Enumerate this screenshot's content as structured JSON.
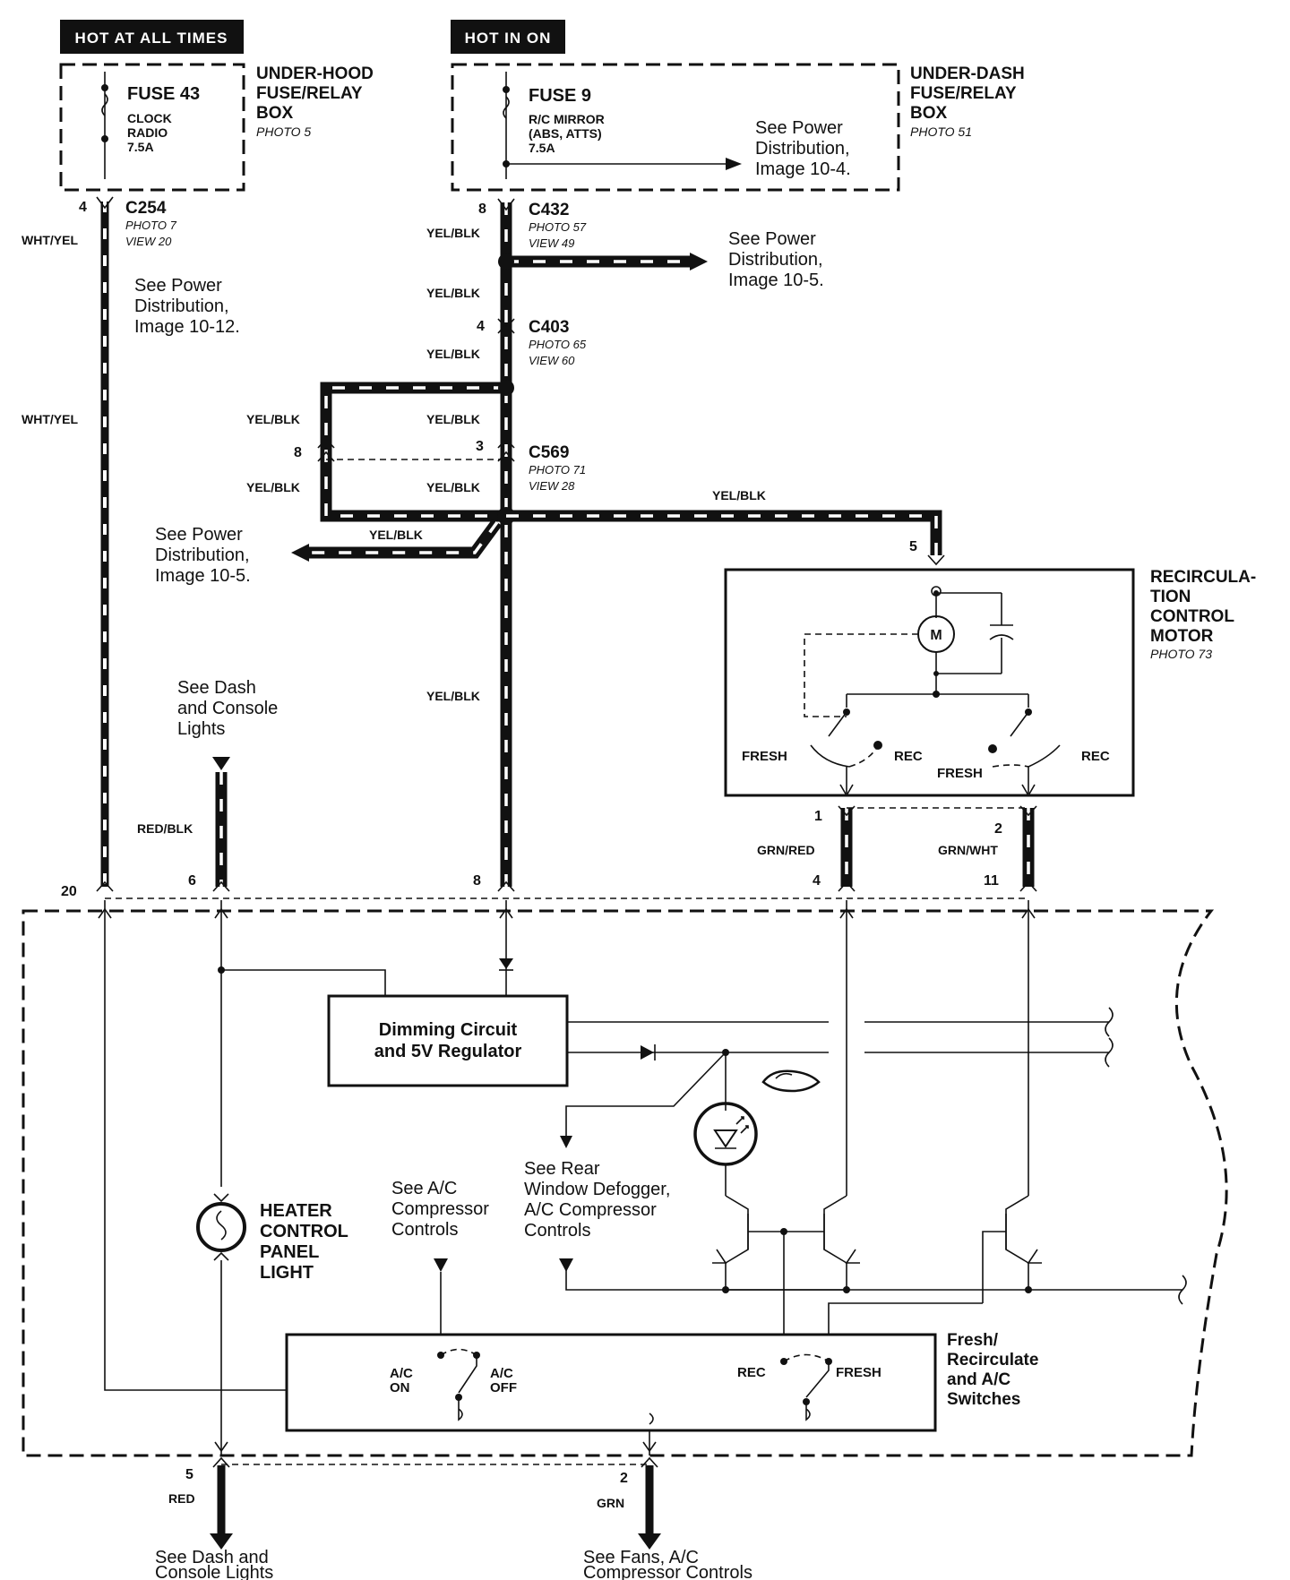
{
  "headers": {
    "hot_at_all_times": "HOT AT ALL TIMES",
    "hot_in_on": "HOT IN ON"
  },
  "under_hood_box": {
    "title_line1": "UNDER-HOOD",
    "title_line2": "FUSE/RELAY",
    "title_line3": "BOX",
    "photo": "PHOTO 5",
    "fuse_name": "FUSE 43",
    "fuse_desc1": "CLOCK",
    "fuse_desc2": "RADIO",
    "fuse_rating": "7.5A"
  },
  "under_dash_box": {
    "title_line1": "UNDER-DASH",
    "title_line2": "FUSE/RELAY",
    "title_line3": "BOX",
    "photo": "PHOTO 51",
    "fuse_name": "FUSE 9",
    "fuse_desc1": "R/C MIRROR",
    "fuse_desc2": "(ABS, ATTS)",
    "fuse_rating": "7.5A",
    "ref_line1": "See Power",
    "ref_line2": "Distribution,",
    "ref_line3": "Image 10-4."
  },
  "connectors": {
    "c254": {
      "name": "C254",
      "photo": "PHOTO 7",
      "view": "VIEW 20",
      "pin": "4"
    },
    "c432": {
      "name": "C432",
      "photo": "PHOTO 57",
      "view": "VIEW 49",
      "pin": "8"
    },
    "c403": {
      "name": "C403",
      "photo": "PHOTO 65",
      "view": "VIEW 60",
      "pin": "4"
    },
    "c569": {
      "name": "C569",
      "photo": "PHOTO 71",
      "view": "VIEW 28",
      "pin_left": "8",
      "pin_right": "3"
    }
  },
  "wire_colors": {
    "wht_yel": "WHT/YEL",
    "yel_blk": "YEL/BLK",
    "red_blk": "RED/BLK",
    "grn_red": "GRN/RED",
    "grn_wht": "GRN/WHT",
    "red": "RED",
    "grn": "GRN"
  },
  "refs": {
    "power_10_12": [
      "See Power",
      "Distribution,",
      "Image 10-12."
    ],
    "power_10_5_a": [
      "See Power",
      "Distribution,",
      "Image 10-5."
    ],
    "power_10_5_b": [
      "See Power",
      "Distribution,",
      "Image 10-5."
    ],
    "dash_console_top": [
      "See Dash",
      "and Console",
      "Lights"
    ],
    "ac_compressor": [
      "See A/C",
      "Compressor",
      "Controls"
    ],
    "rear_defogger": [
      "See Rear",
      "Window Defogger,",
      "A/C Compressor",
      "Controls"
    ],
    "dash_console_bottom": [
      "See Dash and",
      "Console Lights"
    ],
    "fans_compressor": [
      "See Fans, A/C",
      "Compressor Controls"
    ]
  },
  "motor": {
    "title_line1": "RECIRCULA-",
    "title_line2": "TION",
    "title_line3": "CONTROL",
    "title_line4": "MOTOR",
    "photo": "PHOTO 73",
    "motor_symbol": "M",
    "pin_top": "5",
    "pin1": "1",
    "pin2": "2",
    "fresh_left": "FRESH",
    "rec_left": "REC",
    "fresh_right": "FRESH",
    "rec_right": "REC"
  },
  "control_unit_pins": {
    "p20": "20",
    "p6": "6",
    "p8": "8",
    "p4": "4",
    "p11": "11",
    "p5": "5",
    "p2": "2"
  },
  "control_unit": {
    "dimming_line1": "Dimming Circuit",
    "dimming_line2": "and 5V Regulator",
    "lamp_line1": "HEATER",
    "lamp_line2": "CONTROL",
    "lamp_line3": "PANEL",
    "lamp_line4": "LIGHT",
    "switch_title1": "Fresh/",
    "switch_title2": "Recirculate",
    "switch_title3": "and A/C",
    "switch_title4": "Switches",
    "ac_on_1": "A/C",
    "ac_on_2": "ON",
    "ac_off_1": "A/C",
    "ac_off_2": "OFF",
    "rec": "REC",
    "fresh": "FRESH"
  }
}
